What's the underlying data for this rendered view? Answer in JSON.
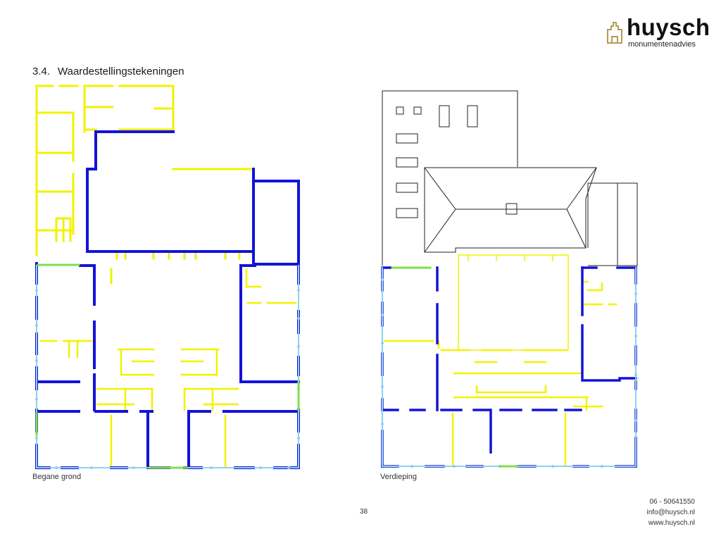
{
  "logo": {
    "name": "huysch",
    "tagline": "monumentenadvies",
    "color": "#b99a55"
  },
  "section": {
    "number": "3.4.",
    "title": "Waardestellingstekeningen"
  },
  "plans": [
    {
      "caption": "Begane grond"
    },
    {
      "caption": "Verdieping"
    }
  ],
  "legend_colors": {
    "high_value": "#1313d8",
    "positive_value": "#1313d8",
    "neutral_value": "#f2f200",
    "indifferent": "#8fd0ee",
    "green": "#7de04a"
  },
  "page_number": "38",
  "contact": {
    "phone": "06 - 50641550",
    "email": "info@huysch.nl",
    "web": "www.huysch.nl"
  }
}
